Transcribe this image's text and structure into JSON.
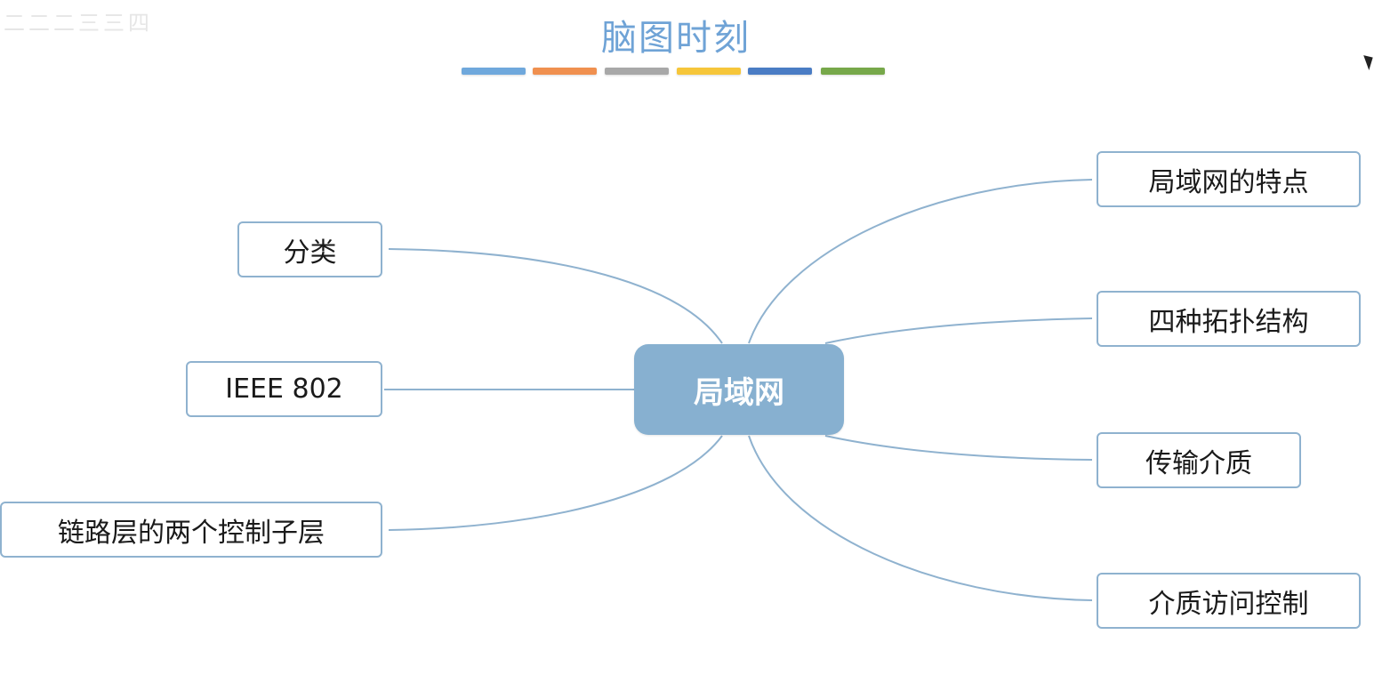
{
  "header": {
    "title": "脑图时刻",
    "top_left_faded_text": "二二二三三四"
  },
  "color_bars": [
    "#6fa8dc",
    "#f0904f",
    "#a8a8a8",
    "#f6c63a",
    "#4a7cc4",
    "#77a84a"
  ],
  "mindmap": {
    "center": "局域网",
    "left_branches": [
      "分类",
      "IEEE 802",
      "链路层的两个控制子层"
    ],
    "right_branches": [
      "局域网的特点",
      "四种拓扑结构",
      "传输介质",
      "介质访问控制"
    ]
  },
  "colors": {
    "title": "#6fa3d6",
    "center_fill": "#87b0d0",
    "node_border": "#8fb2cf",
    "link": "#8fb2cf"
  }
}
